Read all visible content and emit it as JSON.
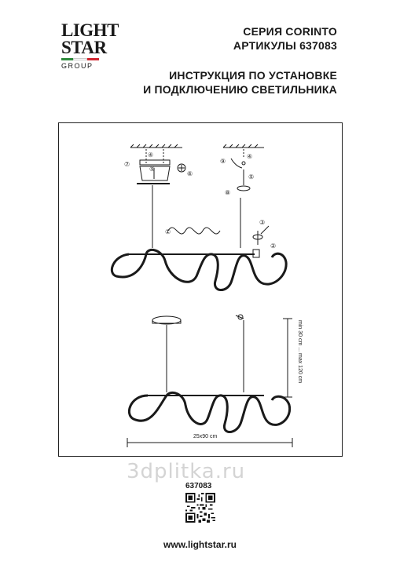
{
  "logo": {
    "line1": "LIGHT",
    "line2": "STAR",
    "line3": "GROUP",
    "flag_colors": [
      "#2e8b3d",
      "#ffffff",
      "#d22630"
    ]
  },
  "header": {
    "series": "СЕРИЯ CORINTO",
    "articles": "АРТИКУЛЫ 637083",
    "instruction_line1": "ИНСТРУКЦИЯ ПО УСТАНОВКЕ",
    "instruction_line2": "И ПОДКЛЮЧЕНИЮ СВЕТИЛЬНИКА"
  },
  "diagram": {
    "step_labels": [
      "①",
      "②",
      "③",
      "④",
      "⑤",
      "⑥",
      "⑦",
      "⑧",
      "⑨"
    ],
    "height_label": "min 30 cm ... max 120 cm",
    "width_label": "25x90 cm",
    "line_color": "#1a1a1a"
  },
  "footer": {
    "watermark": "3dplitka.ru",
    "article_number": "637083",
    "website": "www.lightstar.ru"
  }
}
